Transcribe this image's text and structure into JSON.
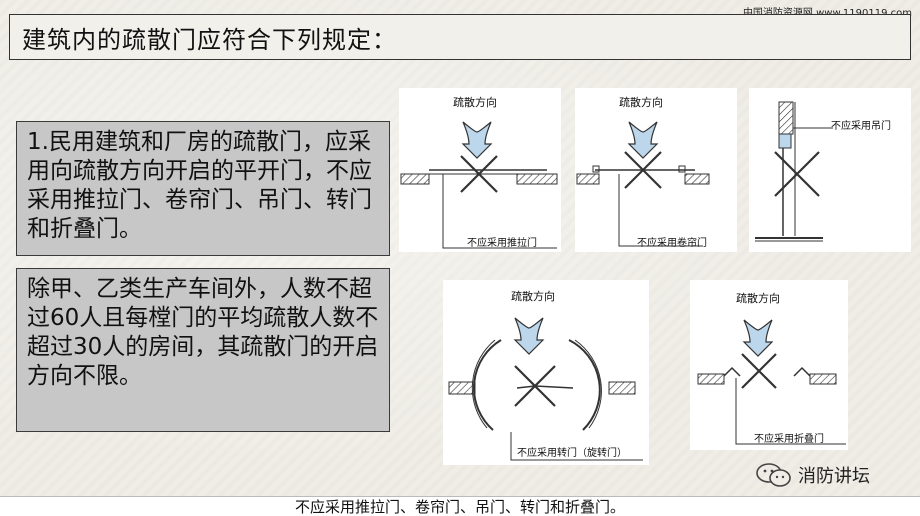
{
  "site_tag": "中国消防资源网 www.1190119.com",
  "title": "建筑内的疏散门应符合下列规定：",
  "box1_text": "1.民用建筑和厂房的疏散门，应采用向疏散方向开启的平开门，不应采用推拉门、卷帘门、吊门、转门和折叠门。",
  "box2_text": "除甲、乙类生产车间外，人数不超过60人且每樘门的平均疏散人数不超过30人的房间，其疏散门的开启方向不限。",
  "figures": {
    "sliding": {
      "direction_label": "疏散方向",
      "caption": "不应采用推拉门"
    },
    "rolling": {
      "direction_label": "疏散方向",
      "caption": "不应采用卷帘门"
    },
    "hanging": {
      "caption": "不应采用吊门"
    },
    "revolving": {
      "direction_label": "疏散方向",
      "caption": "不应采用转门（旋转门）"
    },
    "folding": {
      "direction_label": "疏散方向",
      "caption": "不应采用折叠门"
    }
  },
  "wechat_label": "消防讲坛",
  "bottom_caption": "不应采用推拉门、卷帘门、吊门、转门和折叠门。",
  "colors": {
    "arrow_blue": "#bcd7ec",
    "box_gray": "#c7c7c7",
    "background": "#efede6"
  }
}
